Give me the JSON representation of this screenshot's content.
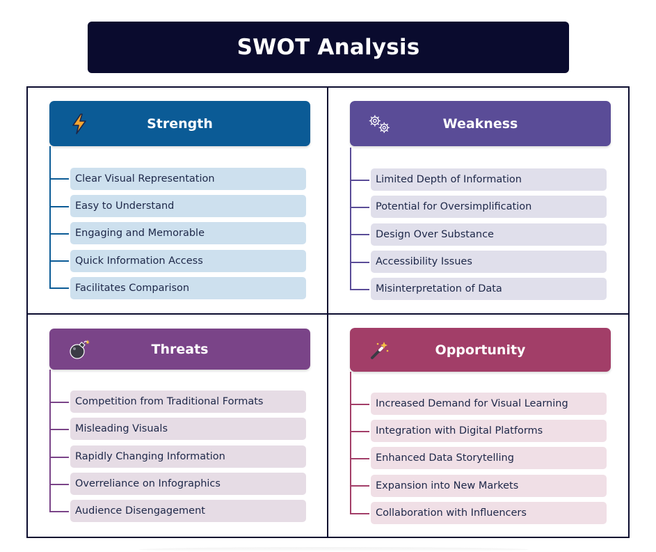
{
  "title": "SWOT Analysis",
  "colors": {
    "strength": "#0b5b96",
    "weakness": "#5a4c97",
    "threats": "#7a4488",
    "opportunity": "#a23e68",
    "title_bar": "#0a0b2e"
  },
  "quadrants": {
    "strength": {
      "title": "Strength",
      "icon": "lightning-icon",
      "items": [
        "Clear Visual Representation",
        "Easy to Understand",
        "Engaging and Memorable",
        "Quick Information Access",
        "Facilitates Comparison"
      ]
    },
    "weakness": {
      "title": "Weakness",
      "icon": "gears-icon",
      "items": [
        "Limited Depth of Information",
        "Potential for Oversimplification",
        "Design Over Substance",
        "Accessibility Issues",
        "Misinterpretation of Data"
      ]
    },
    "threats": {
      "title": "Threats",
      "icon": "bomb-icon",
      "items": [
        "Competition from Traditional Formats",
        "Misleading Visuals",
        "Rapidly Changing Information",
        "Overreliance on Infographics",
        "Audience Disengagement"
      ]
    },
    "opportunity": {
      "title": "Opportunity",
      "icon": "magic-wand-icon",
      "items": [
        "Increased Demand for Visual Learning",
        "Integration with Digital Platforms",
        "Enhanced Data Storytelling",
        "Expansion into New Markets",
        "Collaboration with Influencers"
      ]
    }
  }
}
